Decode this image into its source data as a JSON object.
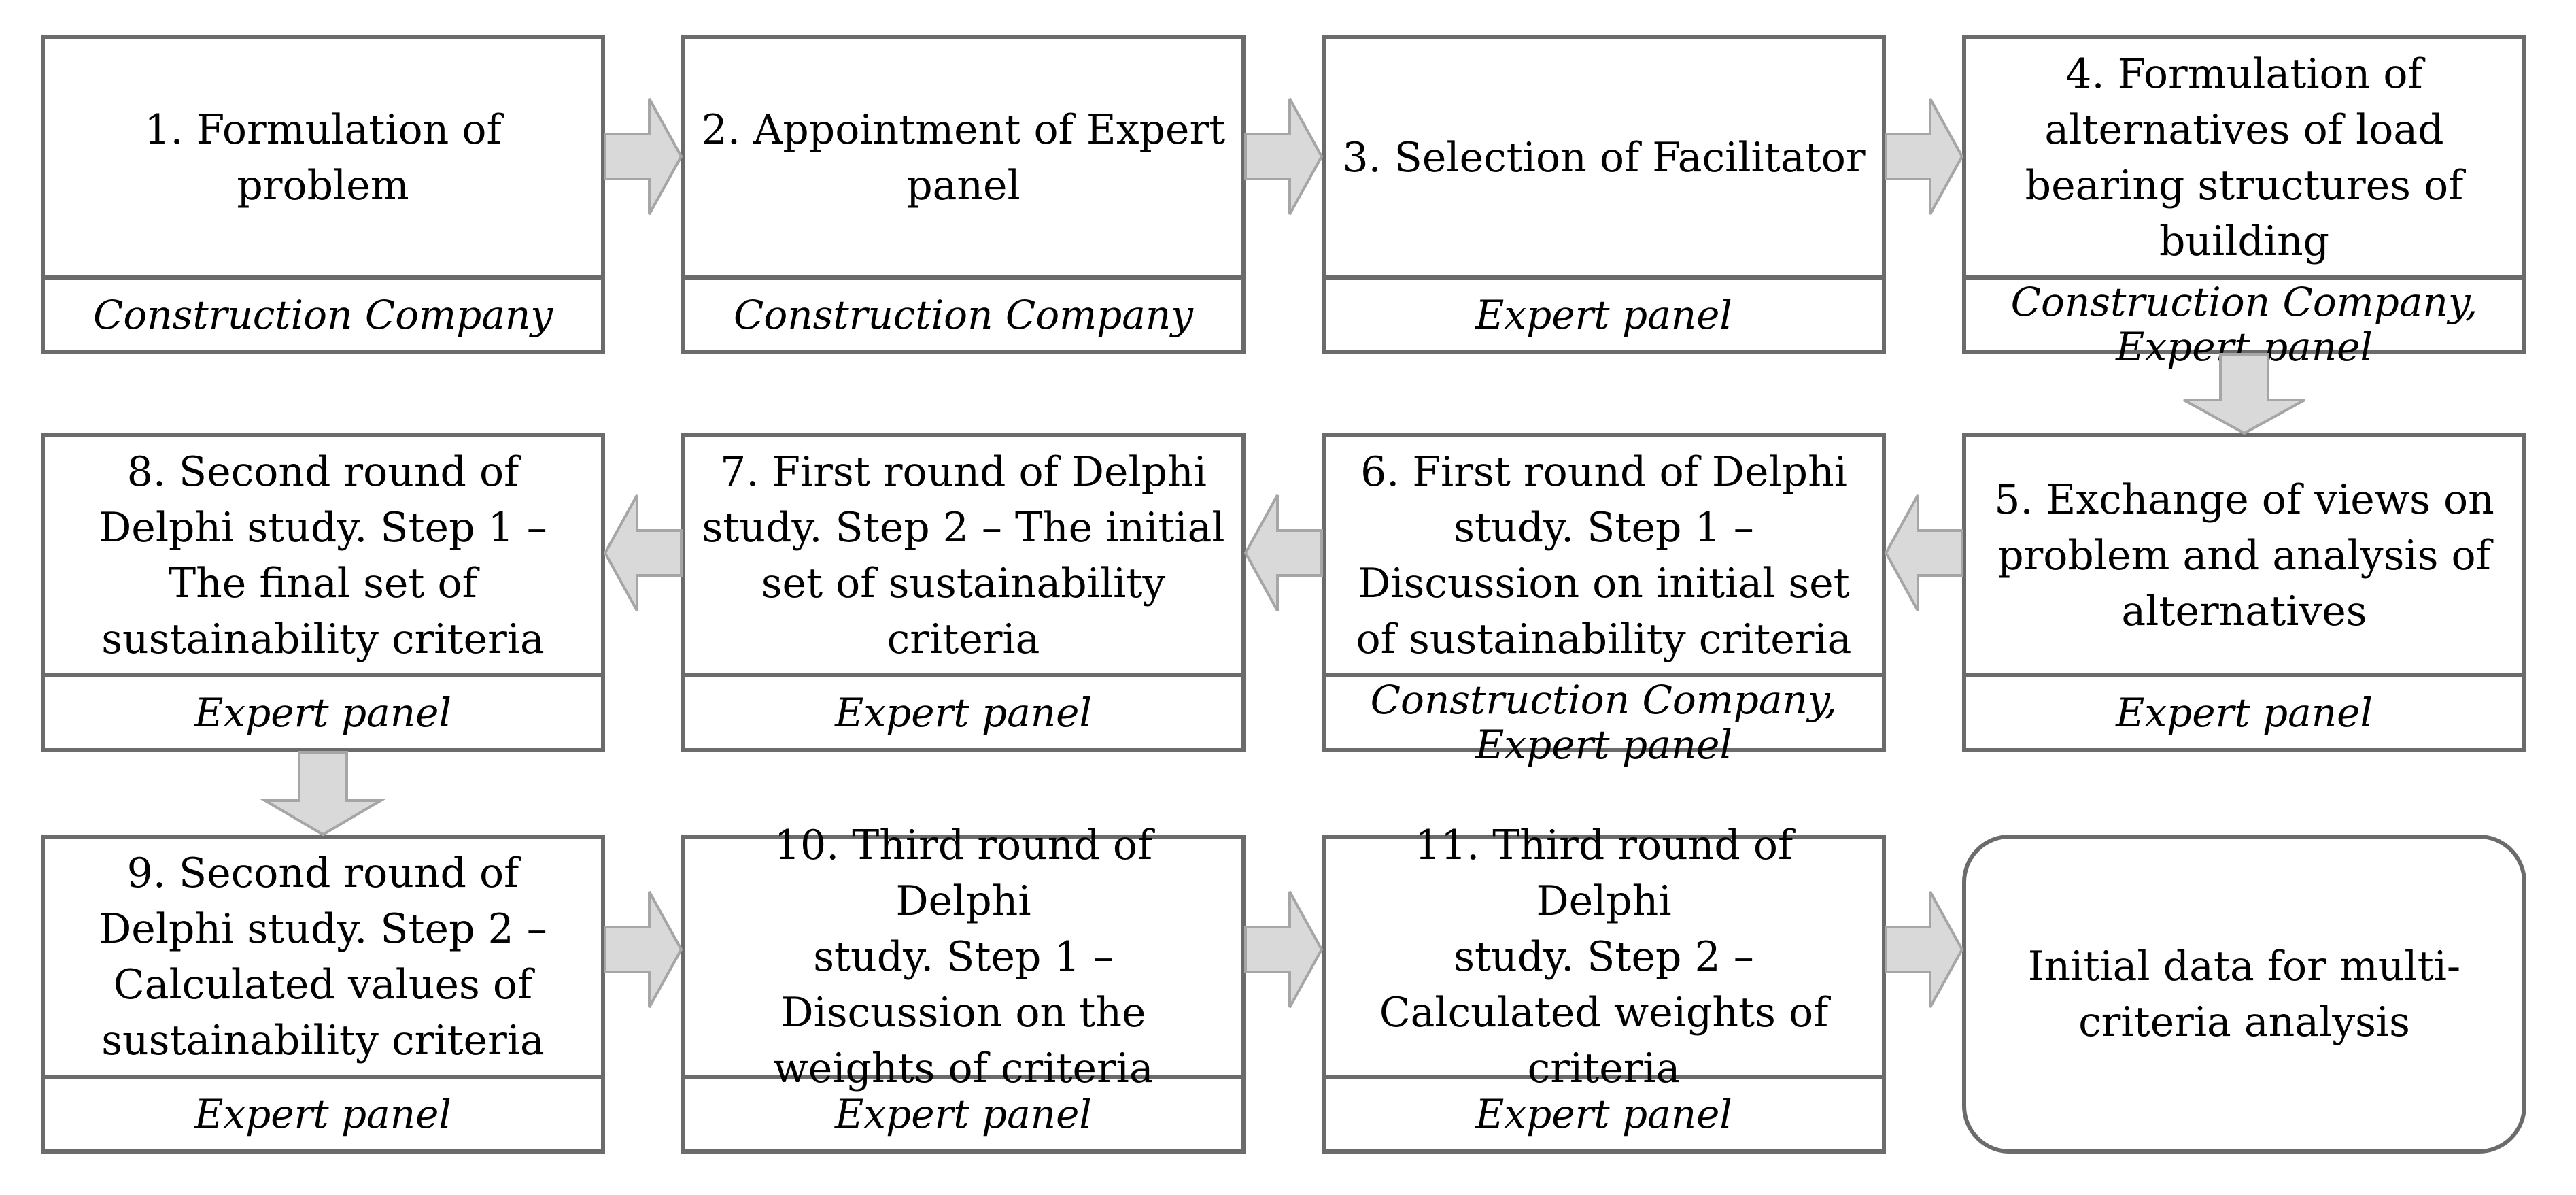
{
  "steps": [
    {
      "title": "1. Formulation of\nproblem",
      "actor": "Construction Company"
    },
    {
      "title": "2. Appointment of Expert\npanel",
      "actor": "Construction Company"
    },
    {
      "title": "3. Selection of Facilitator",
      "actor": "Expert panel"
    },
    {
      "title": "4. Formulation of\nalternatives of load\nbearing structures of\nbuilding",
      "actor": "Construction Company,\nExpert panel"
    },
    {
      "title": "5. Exchange of views on\nproblem and analysis of\nalternatives",
      "actor": "Expert panel"
    },
    {
      "title": "6. First round of Delphi\nstudy. Step 1 –\nDiscussion on initial set\nof sustainability criteria",
      "actor": "Construction Company,\nExpert panel"
    },
    {
      "title": "7. First round of Delphi\nstudy. Step 2 – The initial\nset of sustainability\ncriteria",
      "actor": "Expert panel"
    },
    {
      "title": "8. Second round of\nDelphi study. Step 1 –\nThe final set of\nsustainability criteria",
      "actor": "Expert panel"
    },
    {
      "title": "9. Second round of\nDelphi study. Step 2 –\nCalculated values of\nsustainability criteria",
      "actor": "Expert panel"
    },
    {
      "title": "10. Third round of Delphi\nstudy. Step 1 –\nDiscussion on the\nweights of criteria",
      "actor": "Expert panel"
    },
    {
      "title": "11. Third round of Delphi\nstudy. Step 2 –\nCalculated weights of\ncriteria",
      "actor": "Expert panel"
    }
  ],
  "final": {
    "text": "Initial data for multi-\ncriteria analysis"
  },
  "colors": {
    "border": "#6b6b6b",
    "arrow_fill": "#d9d9d9",
    "arrow_stroke": "#a6a6a6"
  }
}
